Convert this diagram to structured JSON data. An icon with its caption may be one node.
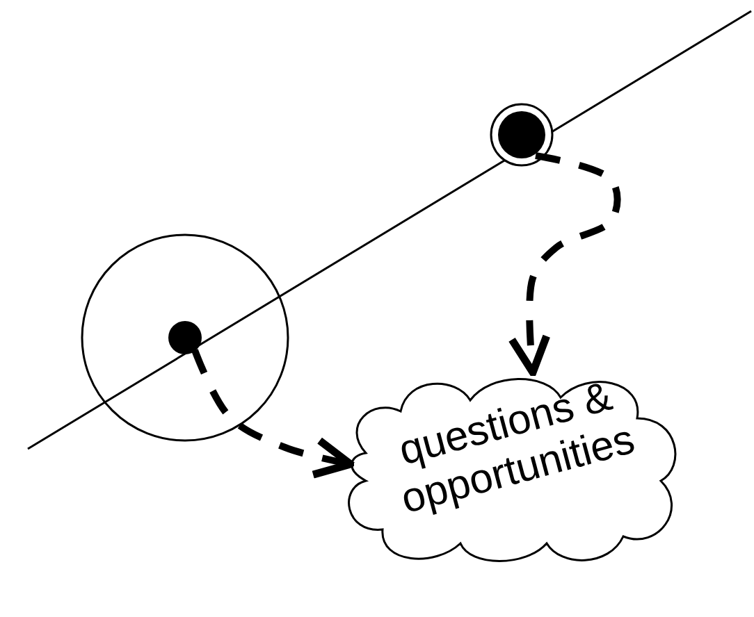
{
  "diagram": {
    "nodes": [
      {
        "text": [],
        "shape": "circle"
      },
      {
        "text": [],
        "shape": "circle",
        "in": 0
      },
      {
        "text": [],
        "shape": "circle"
      },
      {
        "text": [
          "questions & opportunities"
        ]
      }
    ],
    "edges": [
      {
        "from": 1,
        "to": 3,
        "arrow": "to",
        "style": "dashed"
      },
      {
        "from": 2,
        "to": 3,
        "arrow": "to",
        "style": "dashed"
      }
    ]
  }
}
